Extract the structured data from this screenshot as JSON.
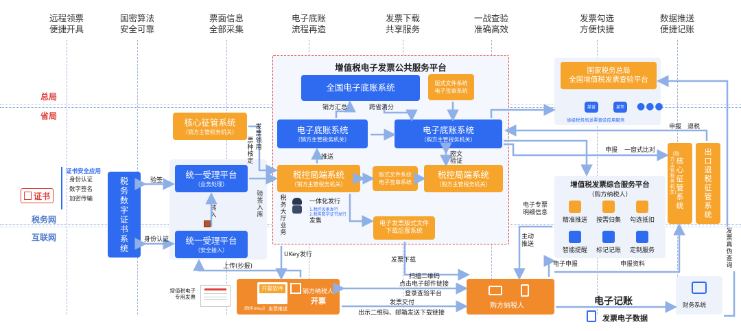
{
  "benefits": [
    "远程领票\n便捷开具",
    "国密算法\n安全可靠",
    "票面信息\n全部采集",
    "电子底账\n流程再造",
    "发票下载\n共享服务",
    "一战查验\n准确高效",
    "发票勾选\n方便快捷",
    "数据推送\n便捷记账"
  ],
  "levels": {
    "zongju": "总局",
    "shengju": "省局",
    "shuiwuwang": "税务网",
    "hulianwang": "互联网"
  },
  "platform_title": "增值税电子发票公共服务平台",
  "national_ledger": "全国电子底账系统",
  "layout_box_top": {
    "l1": "版式文件系统",
    "l2": "电子签章系统"
  },
  "ledger_seller": {
    "title": "电子底账系统",
    "sub": "（销方主管税务机关）"
  },
  "ledger_buyer": {
    "title": "电子底账系统",
    "sub": "（购方主管税务机关）"
  },
  "tax_seller": {
    "title": "税控局端系统",
    "sub": "（销方主管税务机关）"
  },
  "tax_buyer": {
    "title": "税控局端系统",
    "sub": "（购方主管税务机关）"
  },
  "layout_box_mid": {
    "l1": "版式文件系统",
    "l2": "电子签章系统"
  },
  "download_sys": {
    "l1": "电子发票版式文件",
    "l2": "下载后置系统"
  },
  "core_levy_left": {
    "title": "核心征管系统",
    "sub": "（销方主管税务机关）"
  },
  "accept_biz": {
    "title": "统一受理平台",
    "sub": "（业务处理）"
  },
  "accept_secure": {
    "title": "统一受理平台",
    "sub": "（安全接入）"
  },
  "cert_sys": "税务数字证书系统",
  "cert_label": "证书",
  "cert_apps": {
    "title": "证书安全应用",
    "items": [
      "身份认证",
      "数字签名",
      "加密传输"
    ]
  },
  "national_check": {
    "l1": "国家税务总局",
    "l2": "全国增值税发票查验平台"
  },
  "chips": [
    "某省",
    "某市"
  ],
  "chip_caption": "省级税务局发票查验应用服务",
  "svc_platform": {
    "title": "增值税发票综合服务平台",
    "sub": "（购方纳税人）",
    "items": [
      "精准推送",
      "按需归集",
      "勾选抵扣",
      "智能提醒",
      "标记记账",
      "定制服务"
    ]
  },
  "core_levy_right": {
    "title": "核心征管系统",
    "sub": "（购方主管税务机关）"
  },
  "export_levy": {
    "title": "出口退税征管系统"
  },
  "seller": {
    "sw": "开票软件",
    "name": "销方纳税人",
    "act": "开票",
    "send": "发票推送",
    "ukey": "【税务UKey】"
  },
  "buyer": {
    "name": "购方纳税人"
  },
  "finance": "财务系统",
  "paper_invoice": "增值税电子\n专用发票",
  "e_bookkeeping": "电子记账",
  "invoice_data": "发票电子数据",
  "labels": {
    "seller_sum": "销方汇总",
    "cross_split": "跨省清分",
    "push": "推送",
    "cipher": "密文",
    "verify": "验证",
    "verify_lbl": "验签",
    "identity": "身份认证",
    "transfer": "转入",
    "upload": "上传(抄报)",
    "ukey_issue": "UKey发行",
    "invoice_dl": "发票下载",
    "scan": "扫描二维码",
    "click_mail": "点击电子邮件链接",
    "login_check": "登录查验平台",
    "deliver": "发票交付",
    "deliver_sub": "出示二维码、邮箱发送下载链接",
    "declare": "申报",
    "refund": "退税",
    "declare2": "申报",
    "one_window": "一窗式比对",
    "detail_info": "电子专票\n明细信息",
    "active_push": "主动\n推送",
    "e_declare": "电子申报",
    "declare_data": "申报资料",
    "truth_check": "发票真伪查询",
    "ticket_kind": "票种核定",
    "ticket_use": "发票领用",
    "verify_store": "验签入库",
    "one_issue": "一体化发行",
    "issue_items": [
      "1.税控设备发行",
      "2.税务数字证书发行"
    ],
    "hall": "税务大厅业务",
    "dispatch": "发售"
  },
  "colors": {
    "blue": "#2f6bf0",
    "orange": "#f6a42c",
    "deep_orange": "#f08a2a",
    "region": "#eef3fb",
    "arrow": "#8fb0e6",
    "red": "#e0403a"
  }
}
